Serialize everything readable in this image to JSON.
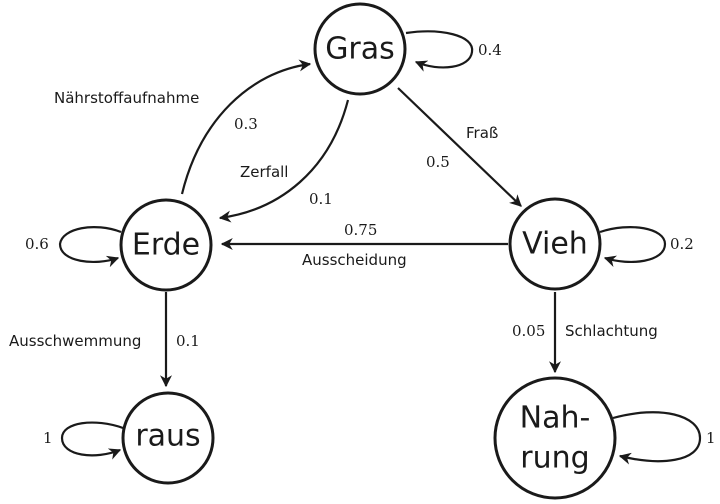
{
  "nodes": {
    "gras": "Gras",
    "erde": "Erde",
    "vieh": "Vieh",
    "raus": "raus",
    "nahrung_line1": "Nah-",
    "nahrung_line2": "rung"
  },
  "edges": {
    "gras_self": "0.4",
    "erde_gras_label": "Nährstoffaufnahme",
    "erde_gras_prob": "0.3",
    "gras_erde_label": "Zerfall",
    "gras_erde_prob": "0.1",
    "gras_vieh_label": "Fraß",
    "gras_vieh_prob": "0.5",
    "vieh_erde_prob": "0.75",
    "vieh_erde_label": "Ausscheidung",
    "erde_self": "0.6",
    "vieh_self": "0.2",
    "erde_raus_label": "Ausschwemmung",
    "erde_raus_prob": "0.1",
    "vieh_nahrung_prob": "0.05",
    "vieh_nahrung_label": "Schlachtung",
    "raus_self": "1",
    "nahrung_self": "1"
  }
}
